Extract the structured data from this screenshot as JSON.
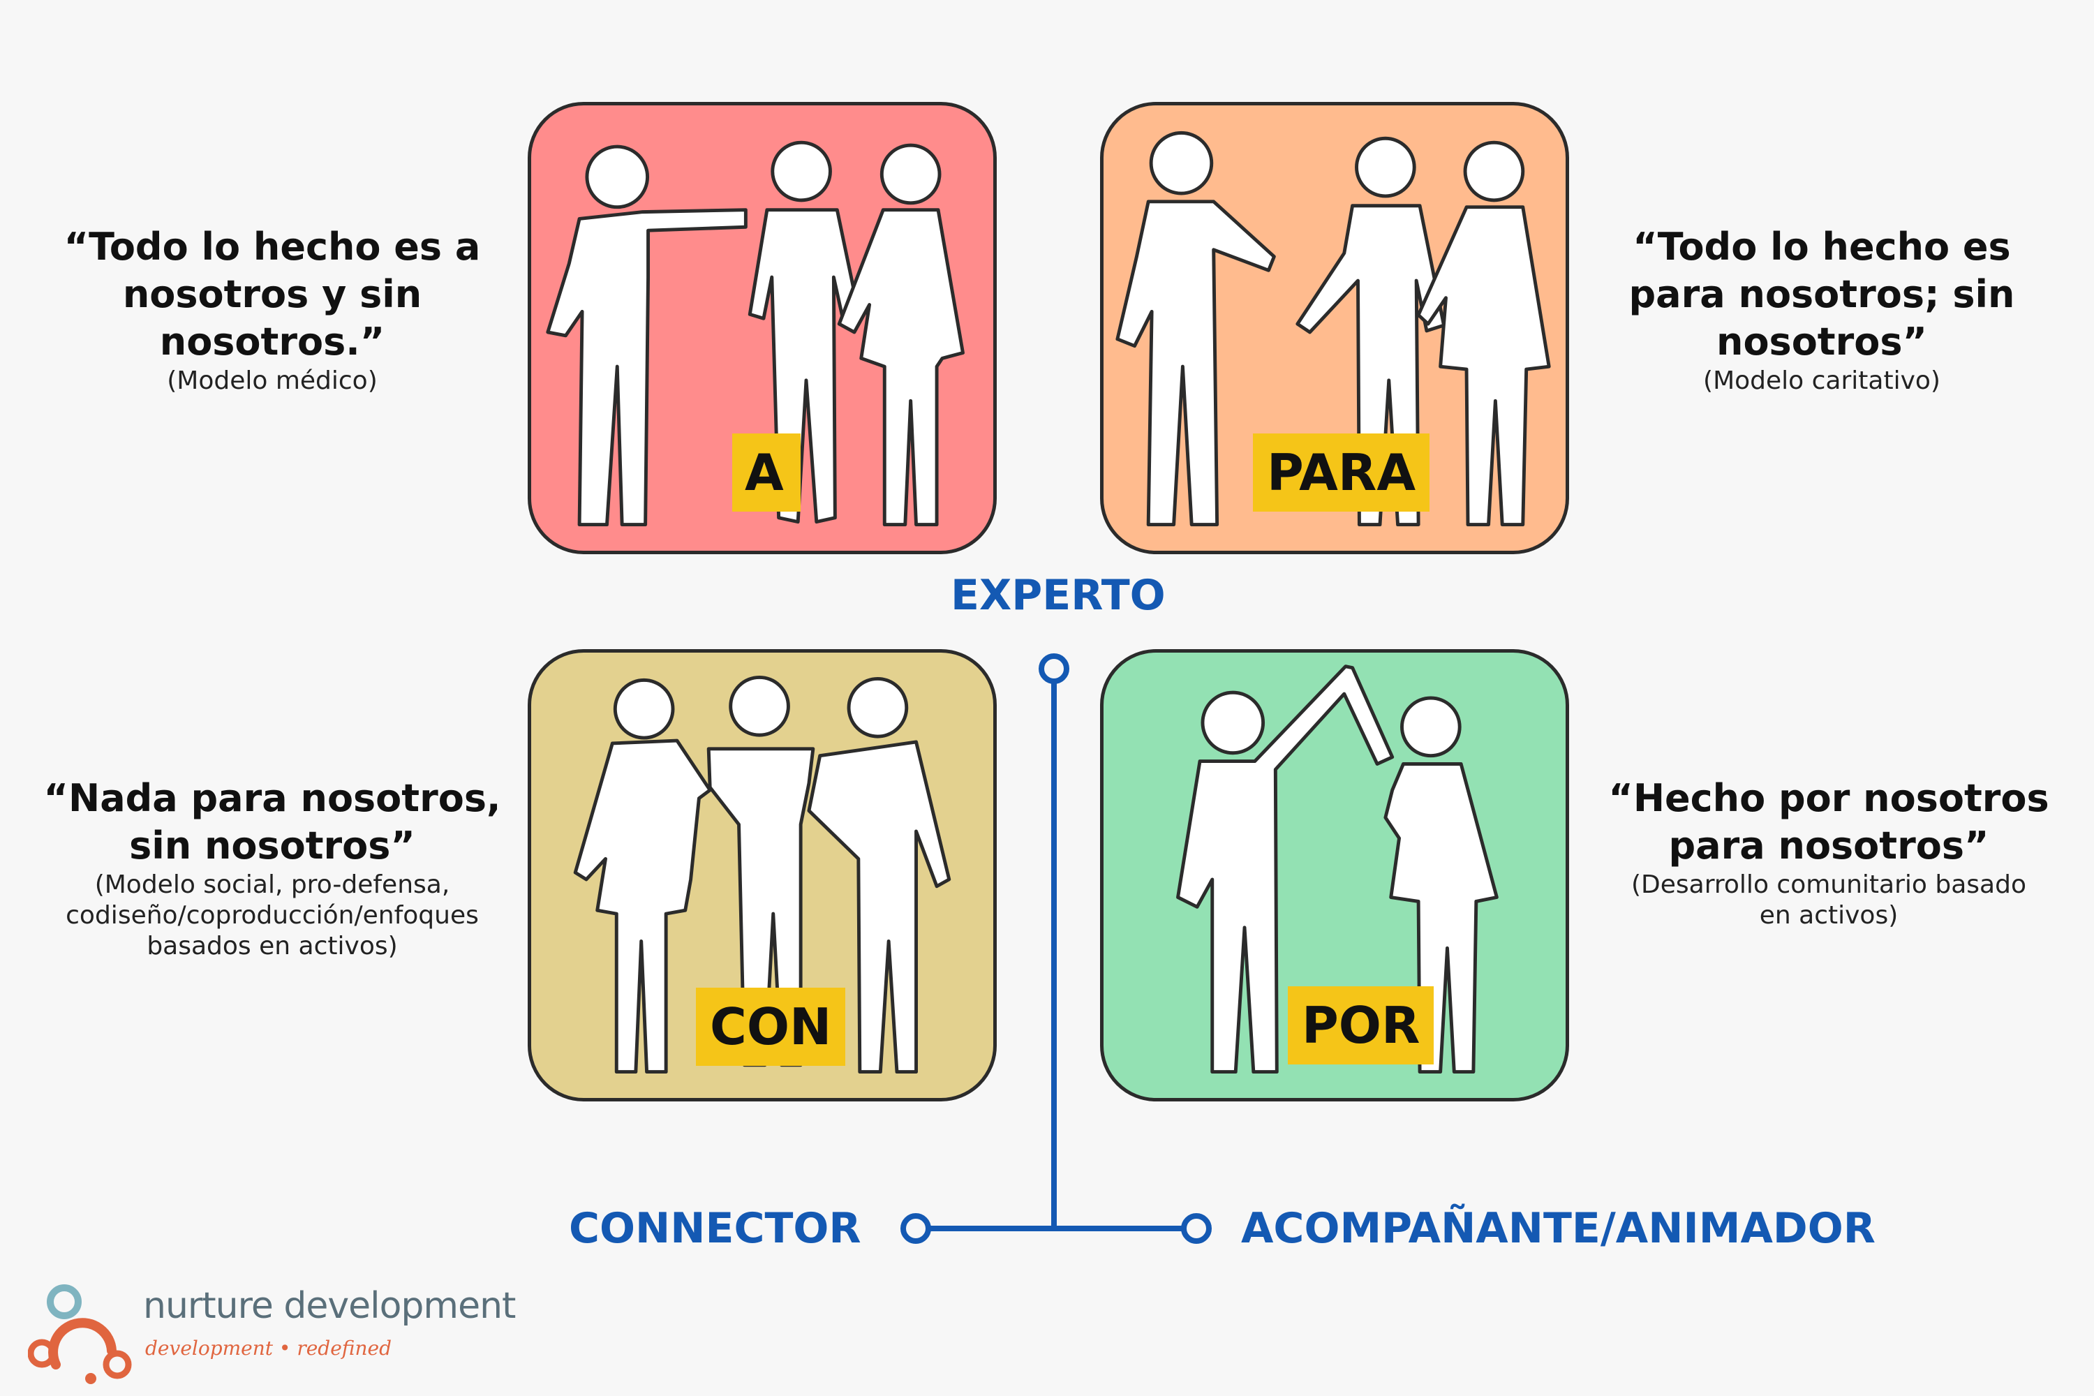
{
  "cards": {
    "a": {
      "label": "A",
      "bg": "#ff8c8c"
    },
    "para": {
      "label": "PARA",
      "bg": "#ffbb8e"
    },
    "con": {
      "label": "CON",
      "bg": "#e3d18f"
    },
    "por": {
      "label": "POR",
      "bg": "#93e1b3"
    }
  },
  "quotes": {
    "a": {
      "lines": [
        "“Todo lo hecho es a",
        "nosotros y sin",
        "nosotros.”"
      ],
      "sub": [
        "(Modelo médico)"
      ]
    },
    "para": {
      "lines": [
        "“Todo lo hecho es",
        "para nosotros; sin",
        "nosotros”"
      ],
      "sub": [
        "(Modelo caritativo)"
      ]
    },
    "con": {
      "lines": [
        "“Nada para nosotros,",
        "sin nosotros”"
      ],
      "sub": [
        "(Modelo social, pro-defensa,",
        "codiseño/coproducción/enfoques",
        "basados en activos)"
      ]
    },
    "por": {
      "lines": [
        "“Hecho por nosotros",
        "para nosotros”"
      ],
      "sub": [
        "(Desarrollo comunitario basado",
        "en activos)"
      ]
    }
  },
  "axes": {
    "top": "EXPERTO",
    "left": "CONNECTOR",
    "right": "ACOMPAÑANTE/ANIMADOR",
    "color": "#1459b3"
  },
  "logo": {
    "name": "nurture development",
    "tagline": "development • redefined"
  },
  "colors": {
    "badge": "#f5c518",
    "figure": "#ffffff",
    "outline": "#2b2b2b"
  }
}
